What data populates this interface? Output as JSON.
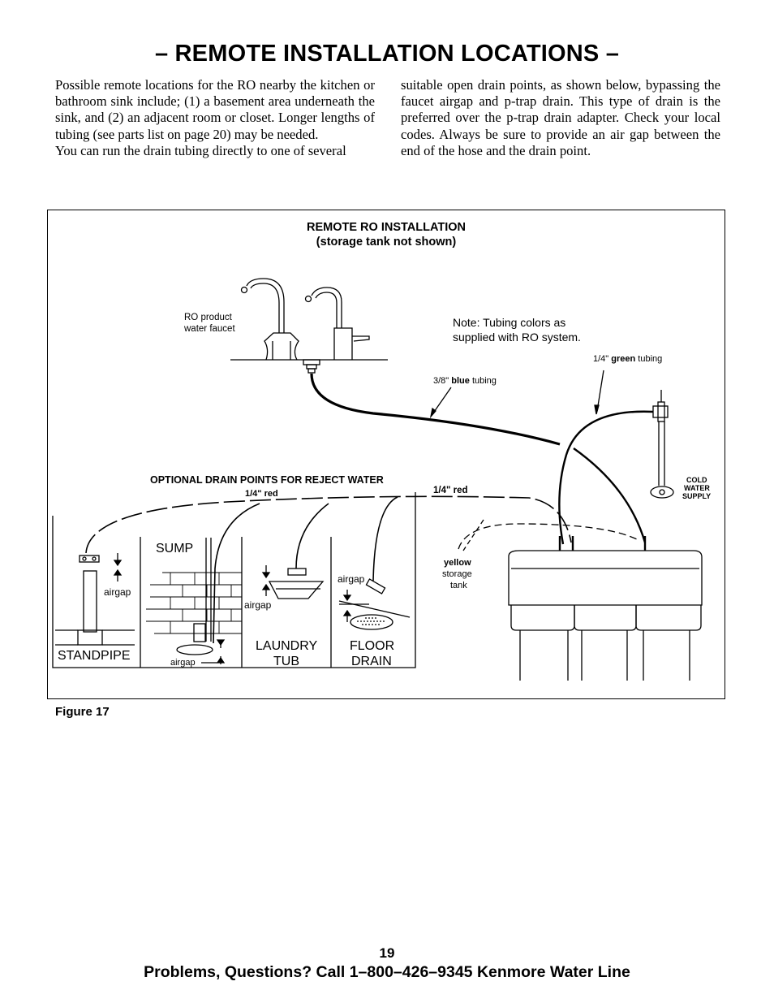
{
  "page": {
    "title": "– REMOTE INSTALLATION LOCATIONS –",
    "left_column": [
      "Possible remote locations for the RO nearby the kitchen or bathroom sink include; (1) a basement area underneath the sink, and (2) an adjacent room or closet. Longer lengths of tubing (see parts list on page 20) may be needed.",
      "You can run the drain tubing directly to one of several"
    ],
    "right_column": [
      "suitable open drain points, as shown below, bypassing the faucet airgap and p-trap drain. This type of drain is the preferred over the p-trap drain adapter. Check your local codes. Always be sure to provide an air gap between the end of the hose and the drain point."
    ],
    "caption": "Figure 17",
    "page_number": "19",
    "footer": "Problems, Questions? Call 1–800–426–9345 Kenmore Water Line"
  },
  "figure": {
    "title_line1": "REMOTE RO INSTALLATION",
    "title_line2": "(storage tank not shown)",
    "faucet_label_line1": "RO product",
    "faucet_label_line2": "water faucet",
    "note_line1": "Note: Tubing colors as",
    "note_line2": "supplied with RO system.",
    "green_tubing_prefix": "1/4\" ",
    "green_tubing_color": "green",
    "green_tubing_suffix": " tubing",
    "blue_tubing_prefix": "3/8\" ",
    "blue_tubing_color": "blue",
    "blue_tubing_suffix": " tubing",
    "drain_points_heading": "OPTIONAL DRAIN POINTS FOR REJECT WATER",
    "red_tubing_label_left": "1/4\" red",
    "red_tubing_label_right": "1/4\" red",
    "cold_water_line1": "COLD",
    "cold_water_line2": "WATER",
    "cold_water_line3": "SUPPLY",
    "yellow_line1": "yellow",
    "yellow_line2": "storage",
    "yellow_line3": "tank",
    "sump": "SUMP",
    "standpipe": "STANDPIPE",
    "laundry_line1": "LAUNDRY",
    "laundry_line2": "TUB",
    "floor_line1": "FLOOR",
    "floor_line2": "DRAIN",
    "airgap_standpipe": "airgap",
    "airgap_sump_upper": "airgap",
    "airgap_sump_lower": "airgap",
    "airgap_laundry": "airgap"
  }
}
